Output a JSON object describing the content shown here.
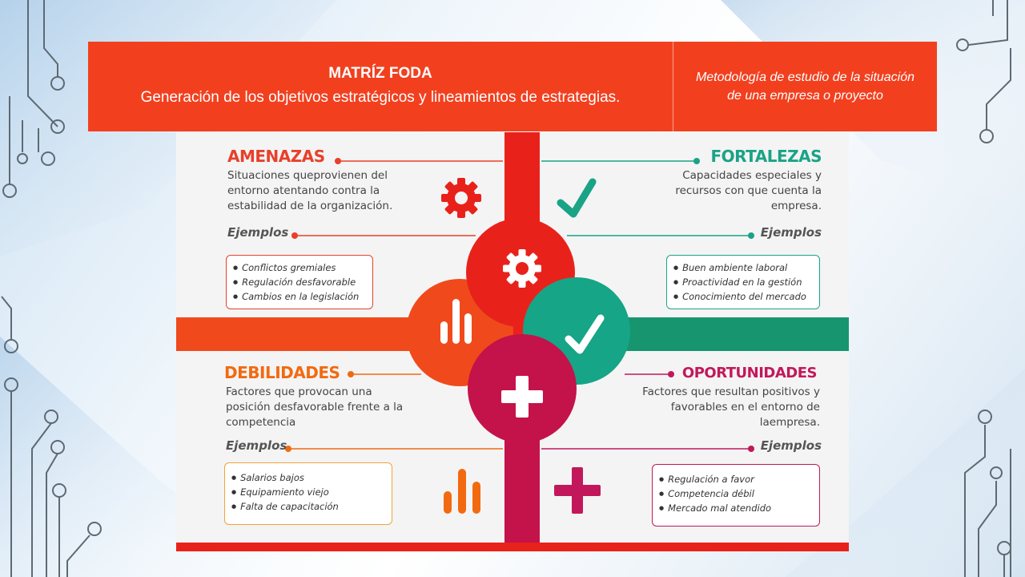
{
  "header": {
    "title": "MATRÍZ FODA",
    "subtitle": "Generación de los objetivos estratégicos y lineamientos de estrategias.",
    "note": "Metodología de estudio de la situación de una empresa o proyecto"
  },
  "quadrants": {
    "amenazas": {
      "title": "AMENAZAS",
      "desc": "Situaciones queprovienen del entorno atentando contra la estabilidad de la organización.",
      "examples_label": "Ejemplos",
      "examples": [
        "Conflictos gremiales",
        "Regulación desfavorable",
        "Cambios en la legislación"
      ],
      "color": "#e8402a"
    },
    "fortalezas": {
      "title": "FORTALEZAS",
      "desc": "Capacidades especiales y recursos con que cuenta la empresa.",
      "examples_label": "Ejemplos",
      "examples": [
        "Buen ambiente laboral",
        "Proactividad en la gestión",
        "Conocimiento del mercado"
      ],
      "color": "#1aa386"
    },
    "debilidades": {
      "title": "DEBILIDADES",
      "desc": "Factores que provocan una posición desfavorable frente a la competencia",
      "examples_label": "Ejemplos",
      "examples": [
        "Salarios bajos",
        "Equipamiento viejo",
        "Falta de capacitación"
      ],
      "color": "#f26a10"
    },
    "oportunidades": {
      "title": "OPORTUNIDADES",
      "desc": "Factores que resultan positivos y favorables en el entorno de laempresa.",
      "examples_label": "Ejemplos",
      "examples": [
        "Regulación a favor",
        "Competencia débil",
        "Mercado mal atendido"
      ],
      "color": "#c2185b"
    }
  },
  "icons": [
    "gear-icon",
    "check-icon",
    "bar-chart-icon",
    "plus-icon"
  ]
}
